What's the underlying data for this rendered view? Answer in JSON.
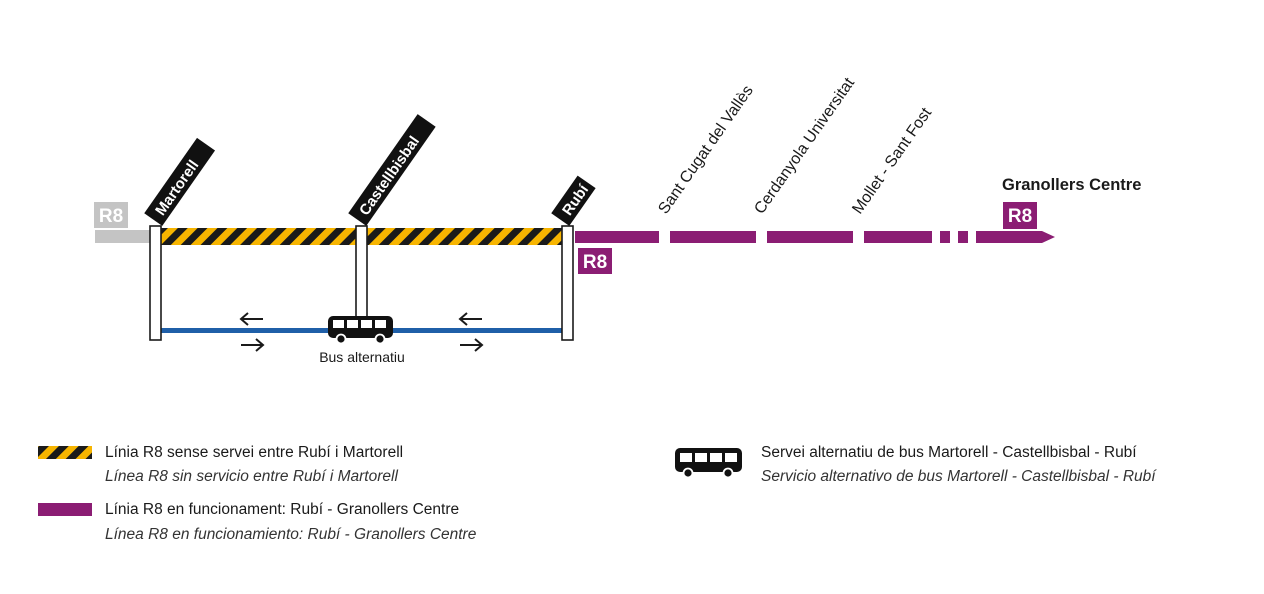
{
  "line_badge": "R8",
  "stations_closed": [
    {
      "name": "Martorell"
    },
    {
      "name": "Castellbisbal"
    },
    {
      "name": "Rubí"
    }
  ],
  "stations_open": [
    {
      "name": "Sant Cugat del Vallès"
    },
    {
      "name": "Cerdanyola Universitat"
    },
    {
      "name": "Mollet - Sant Fost"
    }
  ],
  "terminal": {
    "name": "Granollers Centre",
    "badge": "R8"
  },
  "bus": {
    "label": "Bus alternatiu"
  },
  "legend": {
    "closed": {
      "main": "Línia R8 sense servei entre Rubí i Martorell",
      "sub": "Línea R8 sin servicio entre Rubí i Martorell"
    },
    "open": {
      "main": "Línia R8 en funcionament: Rubí - Granollers Centre",
      "sub": "Línea R8 en funcionamiento: Rubí - Granollers Centre"
    },
    "bus": {
      "main": "Servei alternatiu de bus Martorell - Castellbisbal - Rubí",
      "sub": "Servicio alternativo de bus Martorell - Castellbisbal - Rubí"
    }
  },
  "icons": [
    "bus-icon",
    "arrow-left-icon",
    "arrow-right-icon"
  ],
  "colors": {
    "r8_purple": "#8b1d73",
    "inactive_grey": "#c4c4c4",
    "hazard_yellow": "#f7b500",
    "bus_route_blue": "#1f5fa8",
    "station_label_bg": "#111111"
  }
}
